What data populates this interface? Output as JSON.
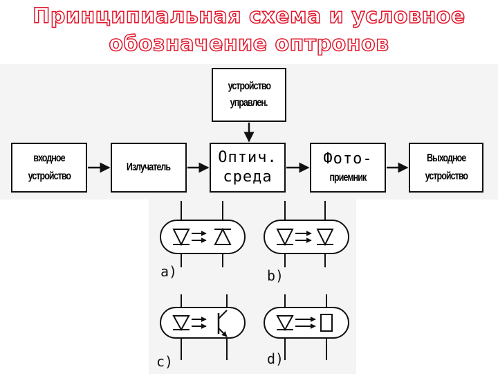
{
  "title": {
    "line1": "Принципиальная схема и условное",
    "line2": "обозначение оптронов"
  },
  "blocks": {
    "control": {
      "line1": "устройство",
      "line2": "управлен."
    },
    "input": {
      "line1": "входное",
      "line2": "устройство"
    },
    "emitter": {
      "line1": "Излучатель"
    },
    "medium": {
      "line1": "Оптич.",
      "line2": "среда"
    },
    "receiver": {
      "line1": "Фото-",
      "line2": "приемник"
    },
    "output": {
      "line1": "Выходное",
      "line2": "устройство"
    }
  },
  "variants": {
    "a": "a)",
    "b": "b)",
    "c": "c)",
    "d": "d)"
  },
  "colors": {
    "title": "#e1162b",
    "line": "#111111",
    "scan_bg": "#f4f4f4"
  }
}
